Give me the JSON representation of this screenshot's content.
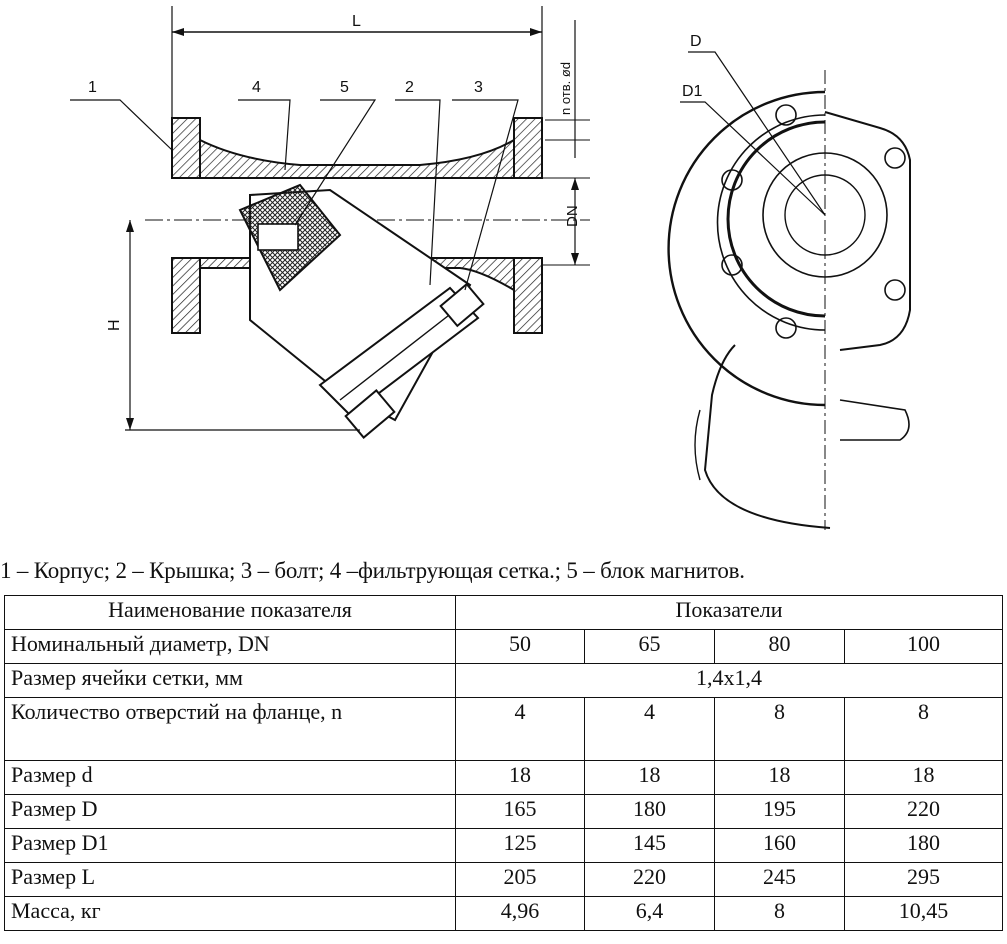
{
  "drawing": {
    "labels": {
      "part_1": "1",
      "part_4": "4",
      "part_5": "5",
      "part_2": "2",
      "part_3": "3",
      "dim_L": "L",
      "dim_H": "H",
      "dim_DN": "DN",
      "dim_holes": "n отв. ød",
      "dim_D": "D",
      "dim_D1": "D1"
    }
  },
  "legend": "1 – Корпус; 2 – Крышка; 3 – болт; 4 –фильтрующая сетка.; 5 – блок магнитов.",
  "table": {
    "header": {
      "name": "Наименование показателя",
      "values": "Показатели"
    },
    "rows": [
      {
        "name": "Номинальный диаметр, DN",
        "values": [
          "50",
          "65",
          "80",
          "100"
        ]
      },
      {
        "name": "Размер ячейки сетки, мм",
        "merged": "1,4x1,4"
      },
      {
        "name": "Количество отверстий на фланце, n",
        "values": [
          "4",
          "4",
          "8",
          "8"
        ]
      },
      {
        "name": "Размер d",
        "values": [
          "18",
          "18",
          "18",
          "18"
        ]
      },
      {
        "name": "Размер D",
        "values": [
          "165",
          "180",
          "195",
          "220"
        ]
      },
      {
        "name": "Размер D1",
        "values": [
          "125",
          "145",
          "160",
          "180"
        ]
      },
      {
        "name": "Размер L",
        "values": [
          "205",
          "220",
          "245",
          "295"
        ]
      },
      {
        "name": "Масса, кг",
        "values": [
          "4,96",
          "6,4",
          "8",
          "10,45"
        ]
      }
    ]
  }
}
